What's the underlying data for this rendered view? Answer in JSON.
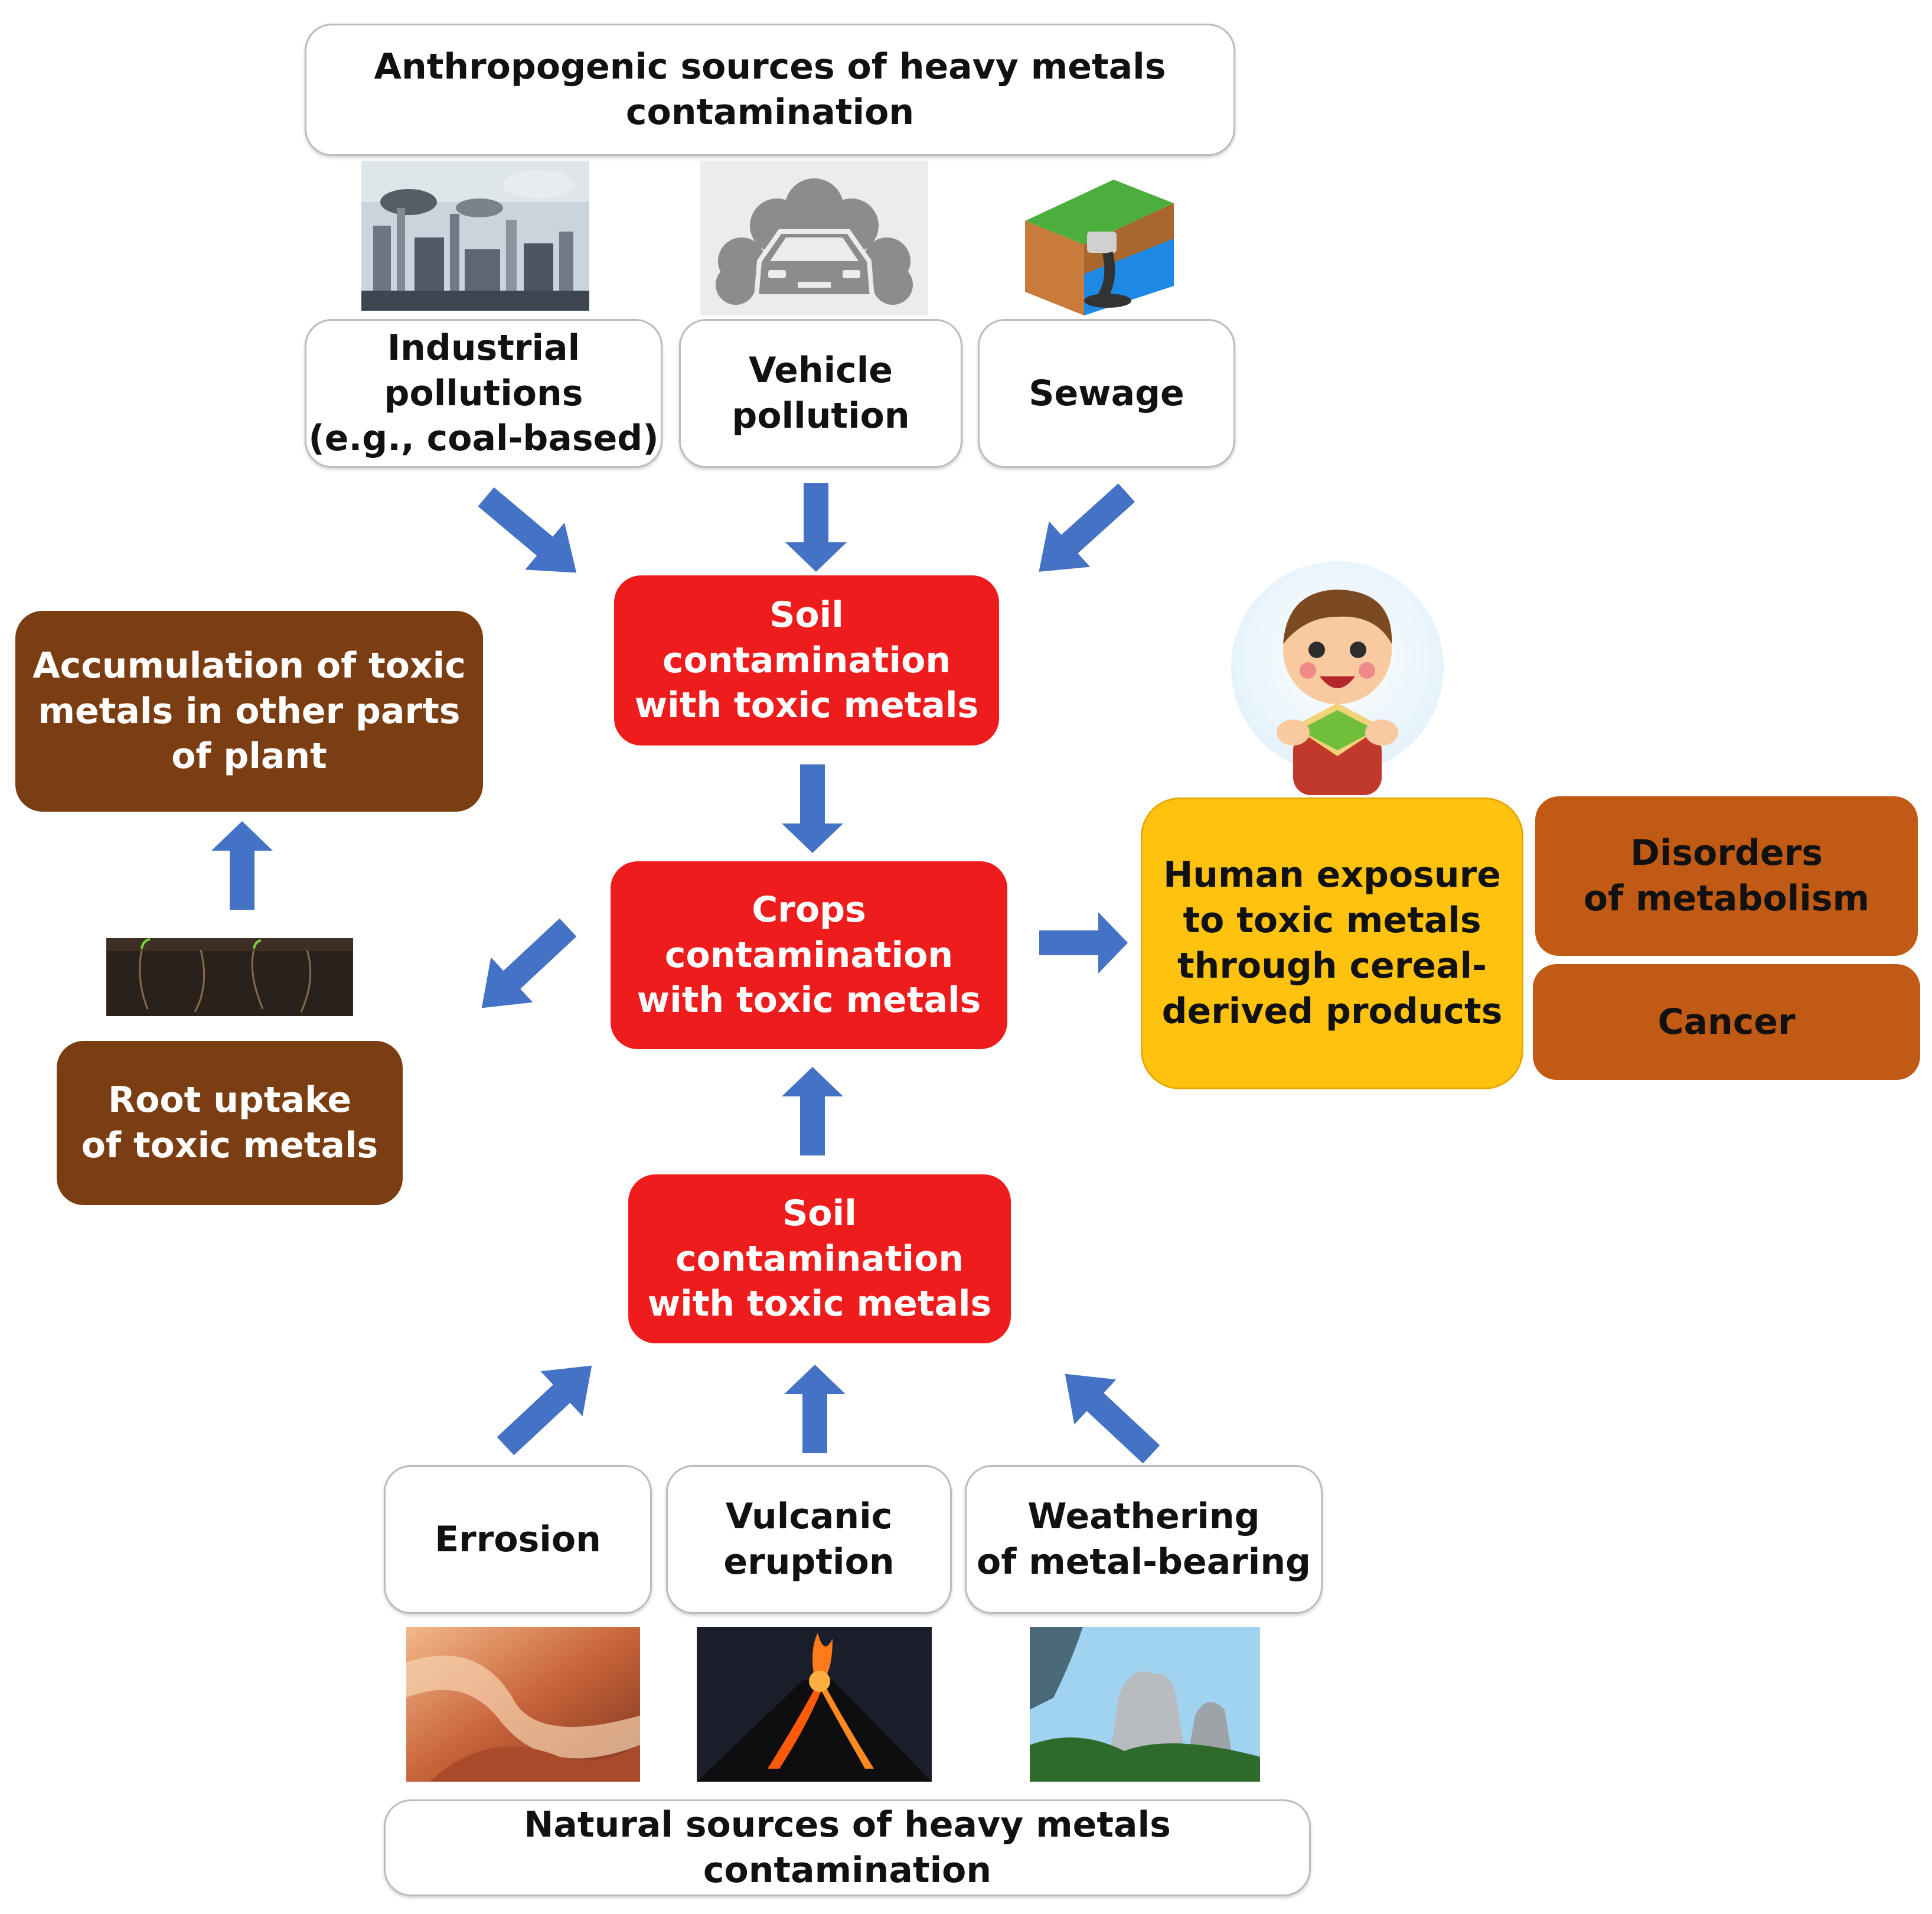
{
  "colors": {
    "arrow": "#4472c4",
    "red_box": "#ee1c1c",
    "brown_box": "#7b3d12",
    "orange_box": "#c05a14",
    "yellow_box": "#ffc20e"
  },
  "boxes": {
    "anthropogenic": "Anthropogenic sources of heavy metals\ncontamination",
    "industrial": "Industrial\npollutions\n(e.g., coal-based)",
    "vehicle": "Vehicle\npollution",
    "sewage": "Sewage",
    "soil_top": "Soil\ncontamination\nwith toxic metals",
    "crops": "Crops\ncontamination\nwith toxic metals",
    "soil_bottom": "Soil\ncontamination\nwith toxic metals",
    "accumulation": "Accumulation of toxic\nmetals in other parts\nof plant",
    "root_uptake": "Root uptake\nof toxic metals",
    "human_exposure": "Human exposure\nto toxic metals\nthrough cereal-\nderived products",
    "metabolism": "Disorders\nof metabolism",
    "cancer": "Cancer",
    "erosion": "Errosion",
    "volcanic": "Vulcanic\neruption",
    "weathering": "Weathering\nof metal-bearing",
    "natural": "Natural sources of heavy metals contamination"
  },
  "icons": {
    "industrial": "factory-skyline-icon",
    "vehicle": "car-in-smoke-icon",
    "sewage": "sewage-pipe-icon",
    "soil": "soil-with-roots-icon",
    "child": "child-eating-sandwich-icon",
    "erosion": "canyon-rock-icon",
    "volcanic": "erupting-volcano-icon",
    "weathering": "rock-cliff-icon"
  }
}
